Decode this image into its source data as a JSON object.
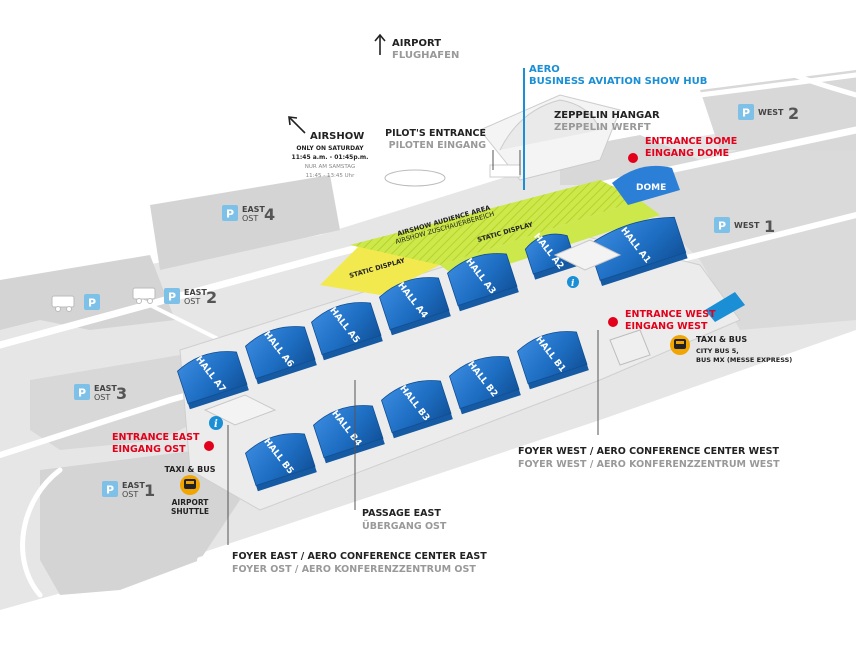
{
  "airport": {
    "line1": "AIRPORT",
    "line2": "FLUGHAFEN"
  },
  "aero": {
    "line1": "AERO",
    "line2": "BUSINESS AVIATION SHOW HUB"
  },
  "zeppelin": {
    "line1": "ZEPPELIN HANGAR",
    "line2": "ZEPPELIN WERFT"
  },
  "pilots": {
    "line1": "PILOT'S ENTRANCE",
    "line2": "PILOTEN EINGANG"
  },
  "airshow": {
    "title": "AIRSHOW",
    "line1": "ONLY ON SATURDAY",
    "line2": "11:45 a.m. - 01:45p.m.",
    "line3": "NUR AM SAMSTAG",
    "line4": "11:45 - 13:45 Uhr"
  },
  "entrance_dome": {
    "line1": "ENTRANCE DOME",
    "line2": "EINGANG DOME"
  },
  "entrance_west": {
    "line1": "ENTRANCE WEST",
    "line2": "EINGANG WEST"
  },
  "entrance_east": {
    "line1": "ENTRANCE EAST",
    "line2": "EINGANG OST"
  },
  "dome_label": "DOME",
  "audience_area": {
    "line1": "AIRSHOW AUDIENCE AREA",
    "line2": "AIRSHOW ZUSCHAUERBEREICH"
  },
  "static_display": "STATIC DISPLAY",
  "parking": [
    {
      "id": "west2",
      "p": "P",
      "line1": "WEST",
      "line2": "",
      "num": "2"
    },
    {
      "id": "west1",
      "p": "P",
      "line1": "WEST",
      "line2": "",
      "num": "1"
    },
    {
      "id": "east4",
      "p": "P",
      "line1": "EAST",
      "line2": "OST",
      "num": "4"
    },
    {
      "id": "east2",
      "p": "P",
      "line1": "EAST",
      "line2": "OST",
      "num": "2"
    },
    {
      "id": "east3",
      "p": "P",
      "line1": "EAST",
      "line2": "OST",
      "num": "3"
    },
    {
      "id": "east1",
      "p": "P",
      "line1": "EAST",
      "line2": "OST",
      "num": "1"
    },
    {
      "id": "camper",
      "p": "P",
      "line1": "",
      "line2": "",
      "num": ""
    }
  ],
  "halls": [
    "HALL A1",
    "HALL A2",
    "HALL A3",
    "HALL A4",
    "HALL A5",
    "HALL A6",
    "HALL A7",
    "HALL B1",
    "HALL B2",
    "HALL B3",
    "HALL B4",
    "HALL B5"
  ],
  "taxi_west": {
    "title": "TAXI & BUS",
    "line1": "CITY BUS 5,",
    "line2": "BUS MX (MESSE EXPRESS)"
  },
  "taxi_east": {
    "title": "TAXI & BUS",
    "line1": "AIRPORT",
    "line2": "SHUTTLE"
  },
  "foyer_west": {
    "line1": "FOYER WEST / AERO CONFERENCE CENTER WEST",
    "line2": "FOYER WEST / AERO KONFERENZZENTRUM WEST"
  },
  "passage_east": {
    "line1": "PASSAGE EAST",
    "line2": "ÜBERGANG OST"
  },
  "foyer_east": {
    "line1": "FOYER EAST / AERO CONFERENCE CENTER EAST",
    "line2": "FOYER OST / AERO KONFERENZZENTRUM OST"
  },
  "info_symbol": "i",
  "colors": {
    "ground": "#e3e3e3",
    "block": "#cfcfcf",
    "road": "#ffffff",
    "hall_blue": "#1e6fc4",
    "hall_dark": "#155aa3",
    "accent_blue": "#1a8fd6",
    "parking_blue": "#7ec1e8",
    "entrance_red": "#e3001b",
    "yellow": "#f2e94e",
    "green": "#cde84a",
    "orange": "#f0a500"
  }
}
